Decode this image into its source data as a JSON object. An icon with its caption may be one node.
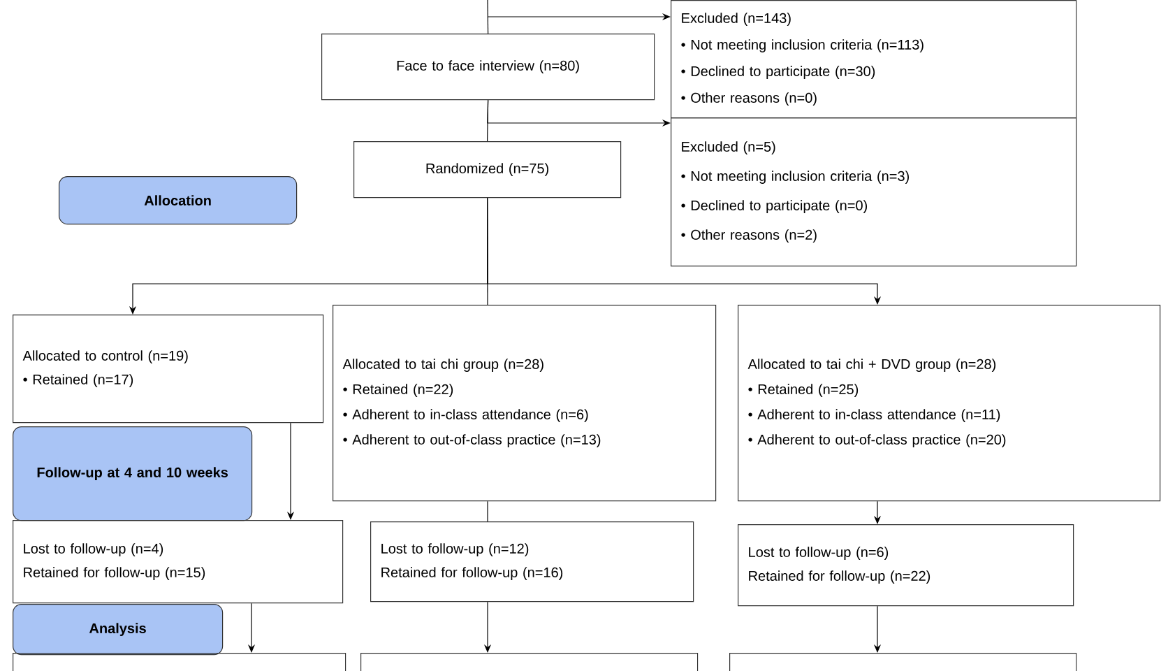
{
  "diagram": {
    "nodes": [
      {
        "text": [
          "Excluded (n=143)",
          "• Not meeting inclusion criteria (n=113)",
          "• Declined to participate (n=30)",
          "• Other reasons (n=0)"
        ]
      },
      {
        "text": [
          "Face to face interview (n=80)"
        ]
      },
      {
        "text": [
          "Excluded (n=5)",
          "• Not meeting inclusion criteria (n=3)",
          "• Declined to participate (n=0)",
          "• Other reasons (n=2)"
        ]
      },
      {
        "text": [
          "Randomized (n=75)"
        ]
      },
      {
        "text": [
          "Allocation"
        ]
      },
      {
        "text": [
          "Allocated to control (n=19)",
          "• Retained (n=17)"
        ]
      },
      {
        "text": [
          "Allocated to tai chi group (n=28)",
          "• Retained (n=22)",
          "• Adherent to in-class attendance (n=6)",
          "• Adherent to out-of-class practice (n=13)"
        ]
      },
      {
        "text": [
          "Allocated to tai chi + DVD group (n=28)",
          "• Retained (n=25)",
          "• Adherent to in-class attendance (n=11)",
          "• Adherent to out-of-class practice (n=20)"
        ]
      },
      {
        "text": [
          "Follow-up at 4 and 10 weeks"
        ]
      },
      {
        "text": [
          "Lost to follow-up (n=4)",
          "Retained for follow-up (n=15)"
        ]
      },
      {
        "text": [
          "Lost to follow-up (n=12)",
          "Retained for follow-up (n=16)"
        ]
      },
      {
        "text": [
          "Lost to follow-up (n=6)",
          "Retained for follow-up (n=22)"
        ]
      },
      {
        "text": [
          "Analysis"
        ]
      },
      {
        "text": [],
        "shape": "box"
      },
      {
        "text": [],
        "shape": "box"
      },
      {
        "text": [],
        "shape": "box"
      }
    ],
    "edges": [
      {
        "from": null,
        "to": 1,
        "arrow": "none"
      },
      {
        "from": null,
        "to": 0,
        "arrow": "to"
      },
      {
        "from": 1,
        "to": 3,
        "arrow": "none"
      },
      {
        "from": 1,
        "to": 2,
        "arrow": "to"
      },
      {
        "from": 3,
        "to": 5,
        "arrow": "to"
      },
      {
        "from": 3,
        "to": 6,
        "arrow": "none"
      },
      {
        "from": 3,
        "to": 7,
        "arrow": "to"
      },
      {
        "from": 5,
        "to": 9,
        "arrow": "to"
      },
      {
        "from": 6,
        "to": 10,
        "arrow": "none"
      },
      {
        "from": 7,
        "to": 11,
        "arrow": "to"
      },
      {
        "from": 9,
        "to": 13,
        "arrow": "to"
      },
      {
        "from": 10,
        "to": 14,
        "arrow": "to"
      },
      {
        "from": 11,
        "to": 15,
        "arrow": "to"
      }
    ]
  }
}
